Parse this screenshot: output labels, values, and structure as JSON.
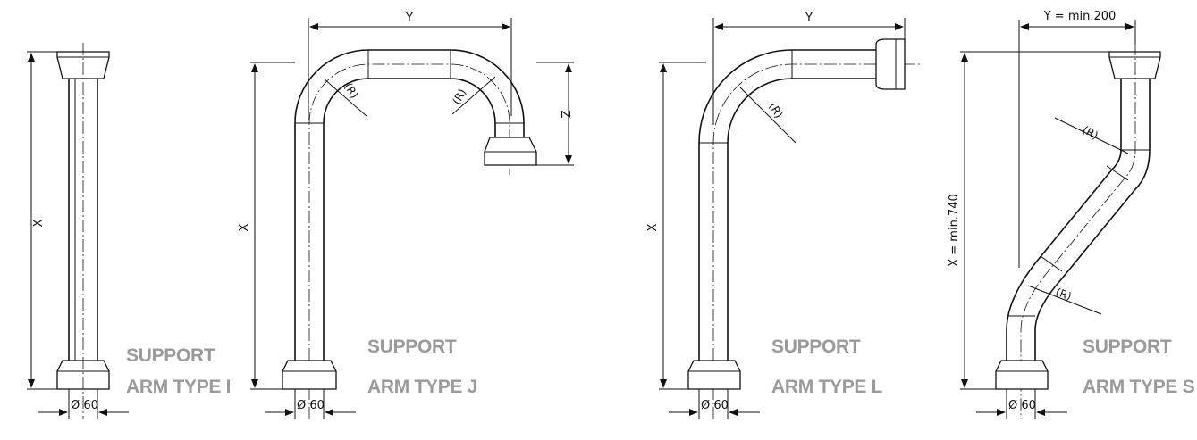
{
  "diagrams": [
    {
      "id": "type-i",
      "caption_line1": "SUPPORT",
      "caption_line2": "ARM TYPE I",
      "dim_x": "X",
      "dim_diameter": "Ø 60"
    },
    {
      "id": "type-j",
      "caption_line1": "SUPPORT",
      "caption_line2": "ARM TYPE  J",
      "dim_x": "X",
      "dim_y": "Y",
      "dim_z": "Z",
      "radius_label": "(R)",
      "dim_diameter": "Ø 60"
    },
    {
      "id": "type-l",
      "caption_line1": "SUPPORT",
      "caption_line2": "ARM TYPE  L",
      "dim_x": "X",
      "dim_y": "Y",
      "radius_label": "(R)",
      "dim_diameter": "Ø 60"
    },
    {
      "id": "type-s",
      "caption_line1": "SUPPORT",
      "caption_line2": "ARM TYPE S",
      "dim_x": "X = min.740",
      "dim_y": "Y = min.200",
      "radius_label": "(R)",
      "dim_diameter": "Ø 60"
    }
  ]
}
